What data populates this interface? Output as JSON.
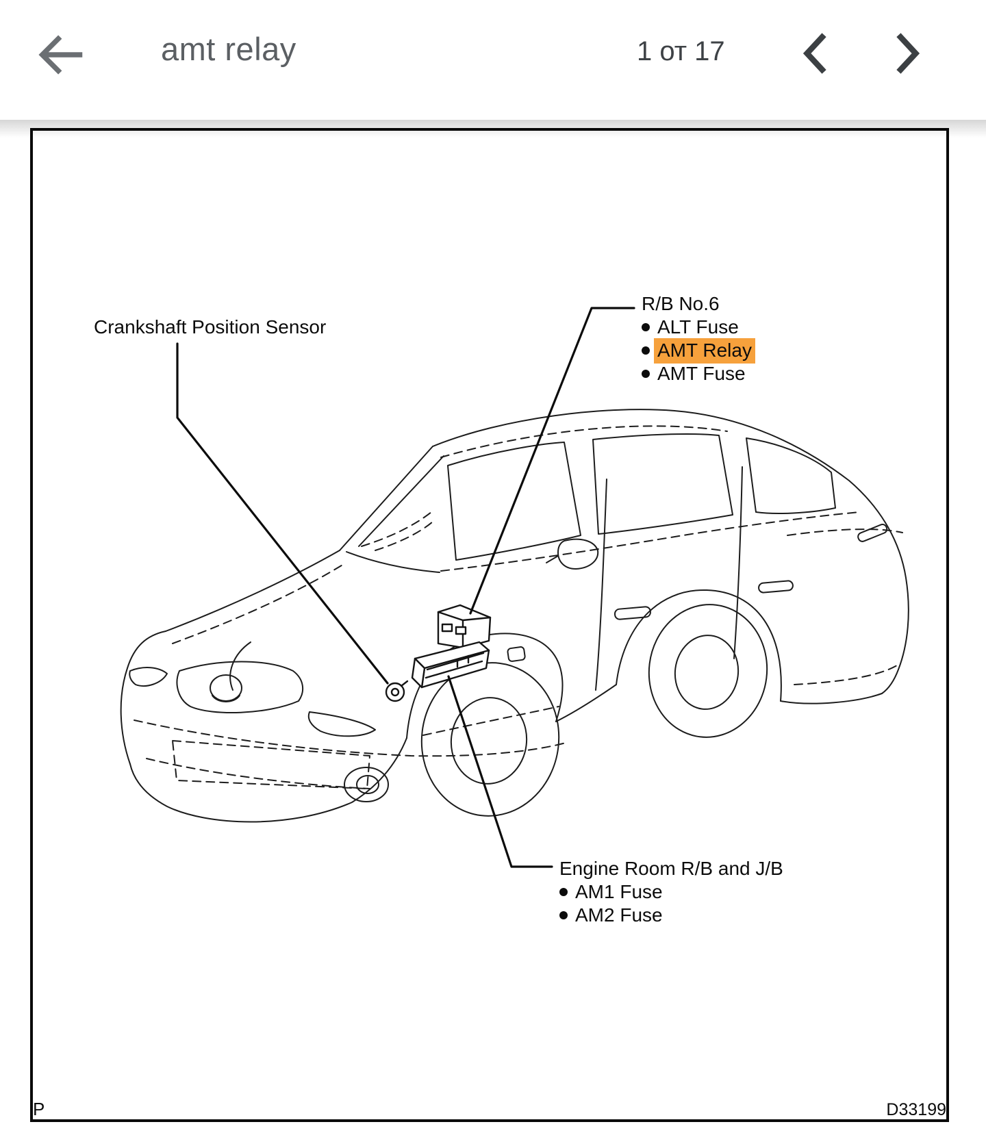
{
  "app_bar": {
    "title": "amt relay",
    "page_indicator": "1 от 17"
  },
  "page": {
    "labels": {
      "crankshaft_sensor": "Crankshaft Position Sensor",
      "rb6": {
        "title": "R/B No.6",
        "items": [
          {
            "text": "ALT Fuse",
            "highlight": false
          },
          {
            "text": "AMT Relay",
            "highlight": true
          },
          {
            "text": "AMT Fuse",
            "highlight": false
          }
        ]
      },
      "engine_room": {
        "title": "Engine Room R/B and J/B",
        "items": [
          {
            "text": "AM1 Fuse"
          },
          {
            "text": "AM2 Fuse"
          }
        ]
      },
      "page_letter": "P",
      "figure_code": "D33199"
    },
    "colors": {
      "highlight": "#F6A13C",
      "line": "#1c1c1c"
    }
  }
}
